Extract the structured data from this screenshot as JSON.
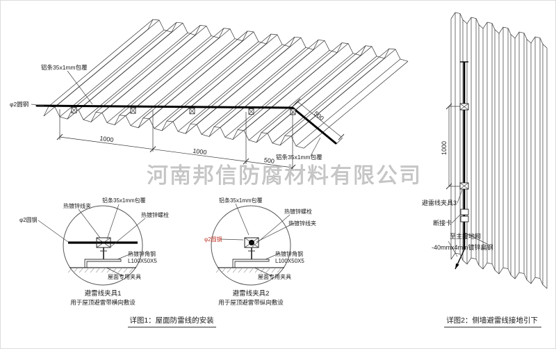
{
  "watermark": "河南邦信防腐材料有限公司",
  "colors": {
    "line": "#333333",
    "accent_red": "#c0392b",
    "watermark_gray": "#c9c9c9"
  },
  "figure1": {
    "caption": "详图1：屋面防雷线的安装",
    "roof": {
      "label_alu_top": "铝条35x1mm包覆",
      "label_alu_right": "铝条35x1mm包覆",
      "label_rod": "φ2圆钢",
      "dim_a": "1000",
      "dim_b": "1000",
      "dim_c": "500",
      "dim_d": "500"
    },
    "details": [
      {
        "title": "避雷线夹具1",
        "subtitle": "用于屋顶避雷带横向敷设",
        "labels": {
          "clip": "热镀锌线夹",
          "alu": "铝条35x1mm包覆",
          "bolt": "热镀锌螺栓",
          "rod": "φ2圆钢",
          "angle": "热镀锌角钢",
          "angle_size": "L100X50X5",
          "roof_clamp": "屋面专用夹具"
        }
      },
      {
        "title": "避雷线夹具2",
        "subtitle": "用于屋顶避雷带纵向敷设",
        "labels": {
          "clip": "热镀锌线夹",
          "alu": "铝条35x1mm包覆",
          "bolt": "热镀锌螺栓",
          "rod": "φ2圆钢",
          "angle": "热镀锌角钢",
          "angle_size": "L100X50X5",
          "roof_clamp": "屋面专用夹具"
        }
      }
    ]
  },
  "figure2": {
    "caption": "详图2：侧墙避雷线接地引下",
    "dim": "1000",
    "labels": {
      "clamp3": "避雷线夹具3",
      "disconnect": "断接卡",
      "to_ground": "至主接地网",
      "flat_steel": "-40mmx4mm镀锌扁钢"
    }
  }
}
